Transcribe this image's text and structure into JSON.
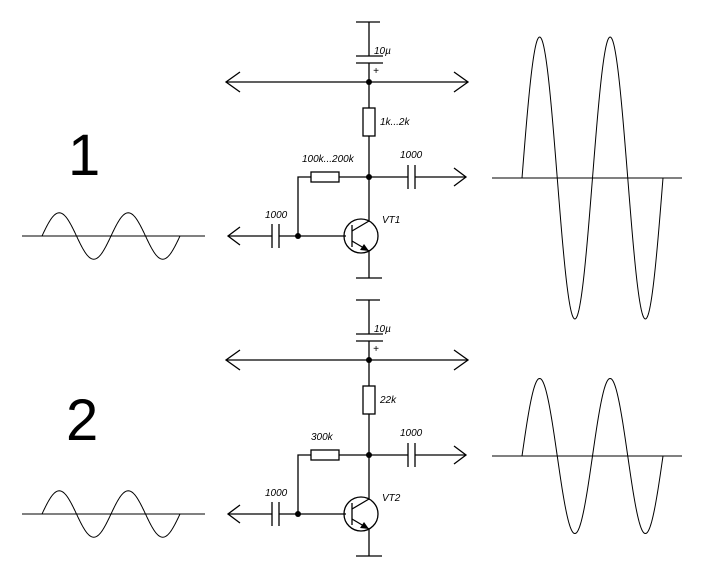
{
  "circuits": [
    {
      "number": "1",
      "supply_cap_label": "10µ",
      "polarity_mark": "+",
      "collector_resistor_label": "1k...2k",
      "bias_resistor_label": "100k...200k",
      "output_cap_label": "1000",
      "input_cap_label": "1000",
      "transistor_label": "VT1",
      "input_wave": {
        "amplitude": 0.29,
        "cycles": 2
      },
      "output_wave": {
        "amplitude": 1.0,
        "cycles": 2
      }
    },
    {
      "number": "2",
      "supply_cap_label": "10µ",
      "polarity_mark": "+",
      "collector_resistor_label": "22k",
      "bias_resistor_label": "300k",
      "output_cap_label": "1000",
      "input_cap_label": "1000",
      "transistor_label": "VT2",
      "input_wave": {
        "amplitude": 0.29,
        "cycles": 2
      },
      "output_wave": {
        "amplitude": 0.55,
        "cycles": 2
      }
    }
  ]
}
